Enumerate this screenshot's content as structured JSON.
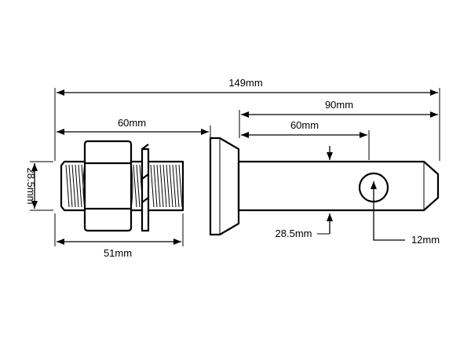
{
  "diagram": {
    "line_color": "#000000",
    "background_color": "#ffffff",
    "dimensions": {
      "overall_length": "149mm",
      "pin_length": "90mm",
      "pin_usable_length": "60mm",
      "thread_length": "60mm",
      "thread_to_collar": "51mm",
      "thread_diameter": "28.5mm",
      "pin_diameter": "28.5mm",
      "hole_diameter": "12mm"
    }
  }
}
